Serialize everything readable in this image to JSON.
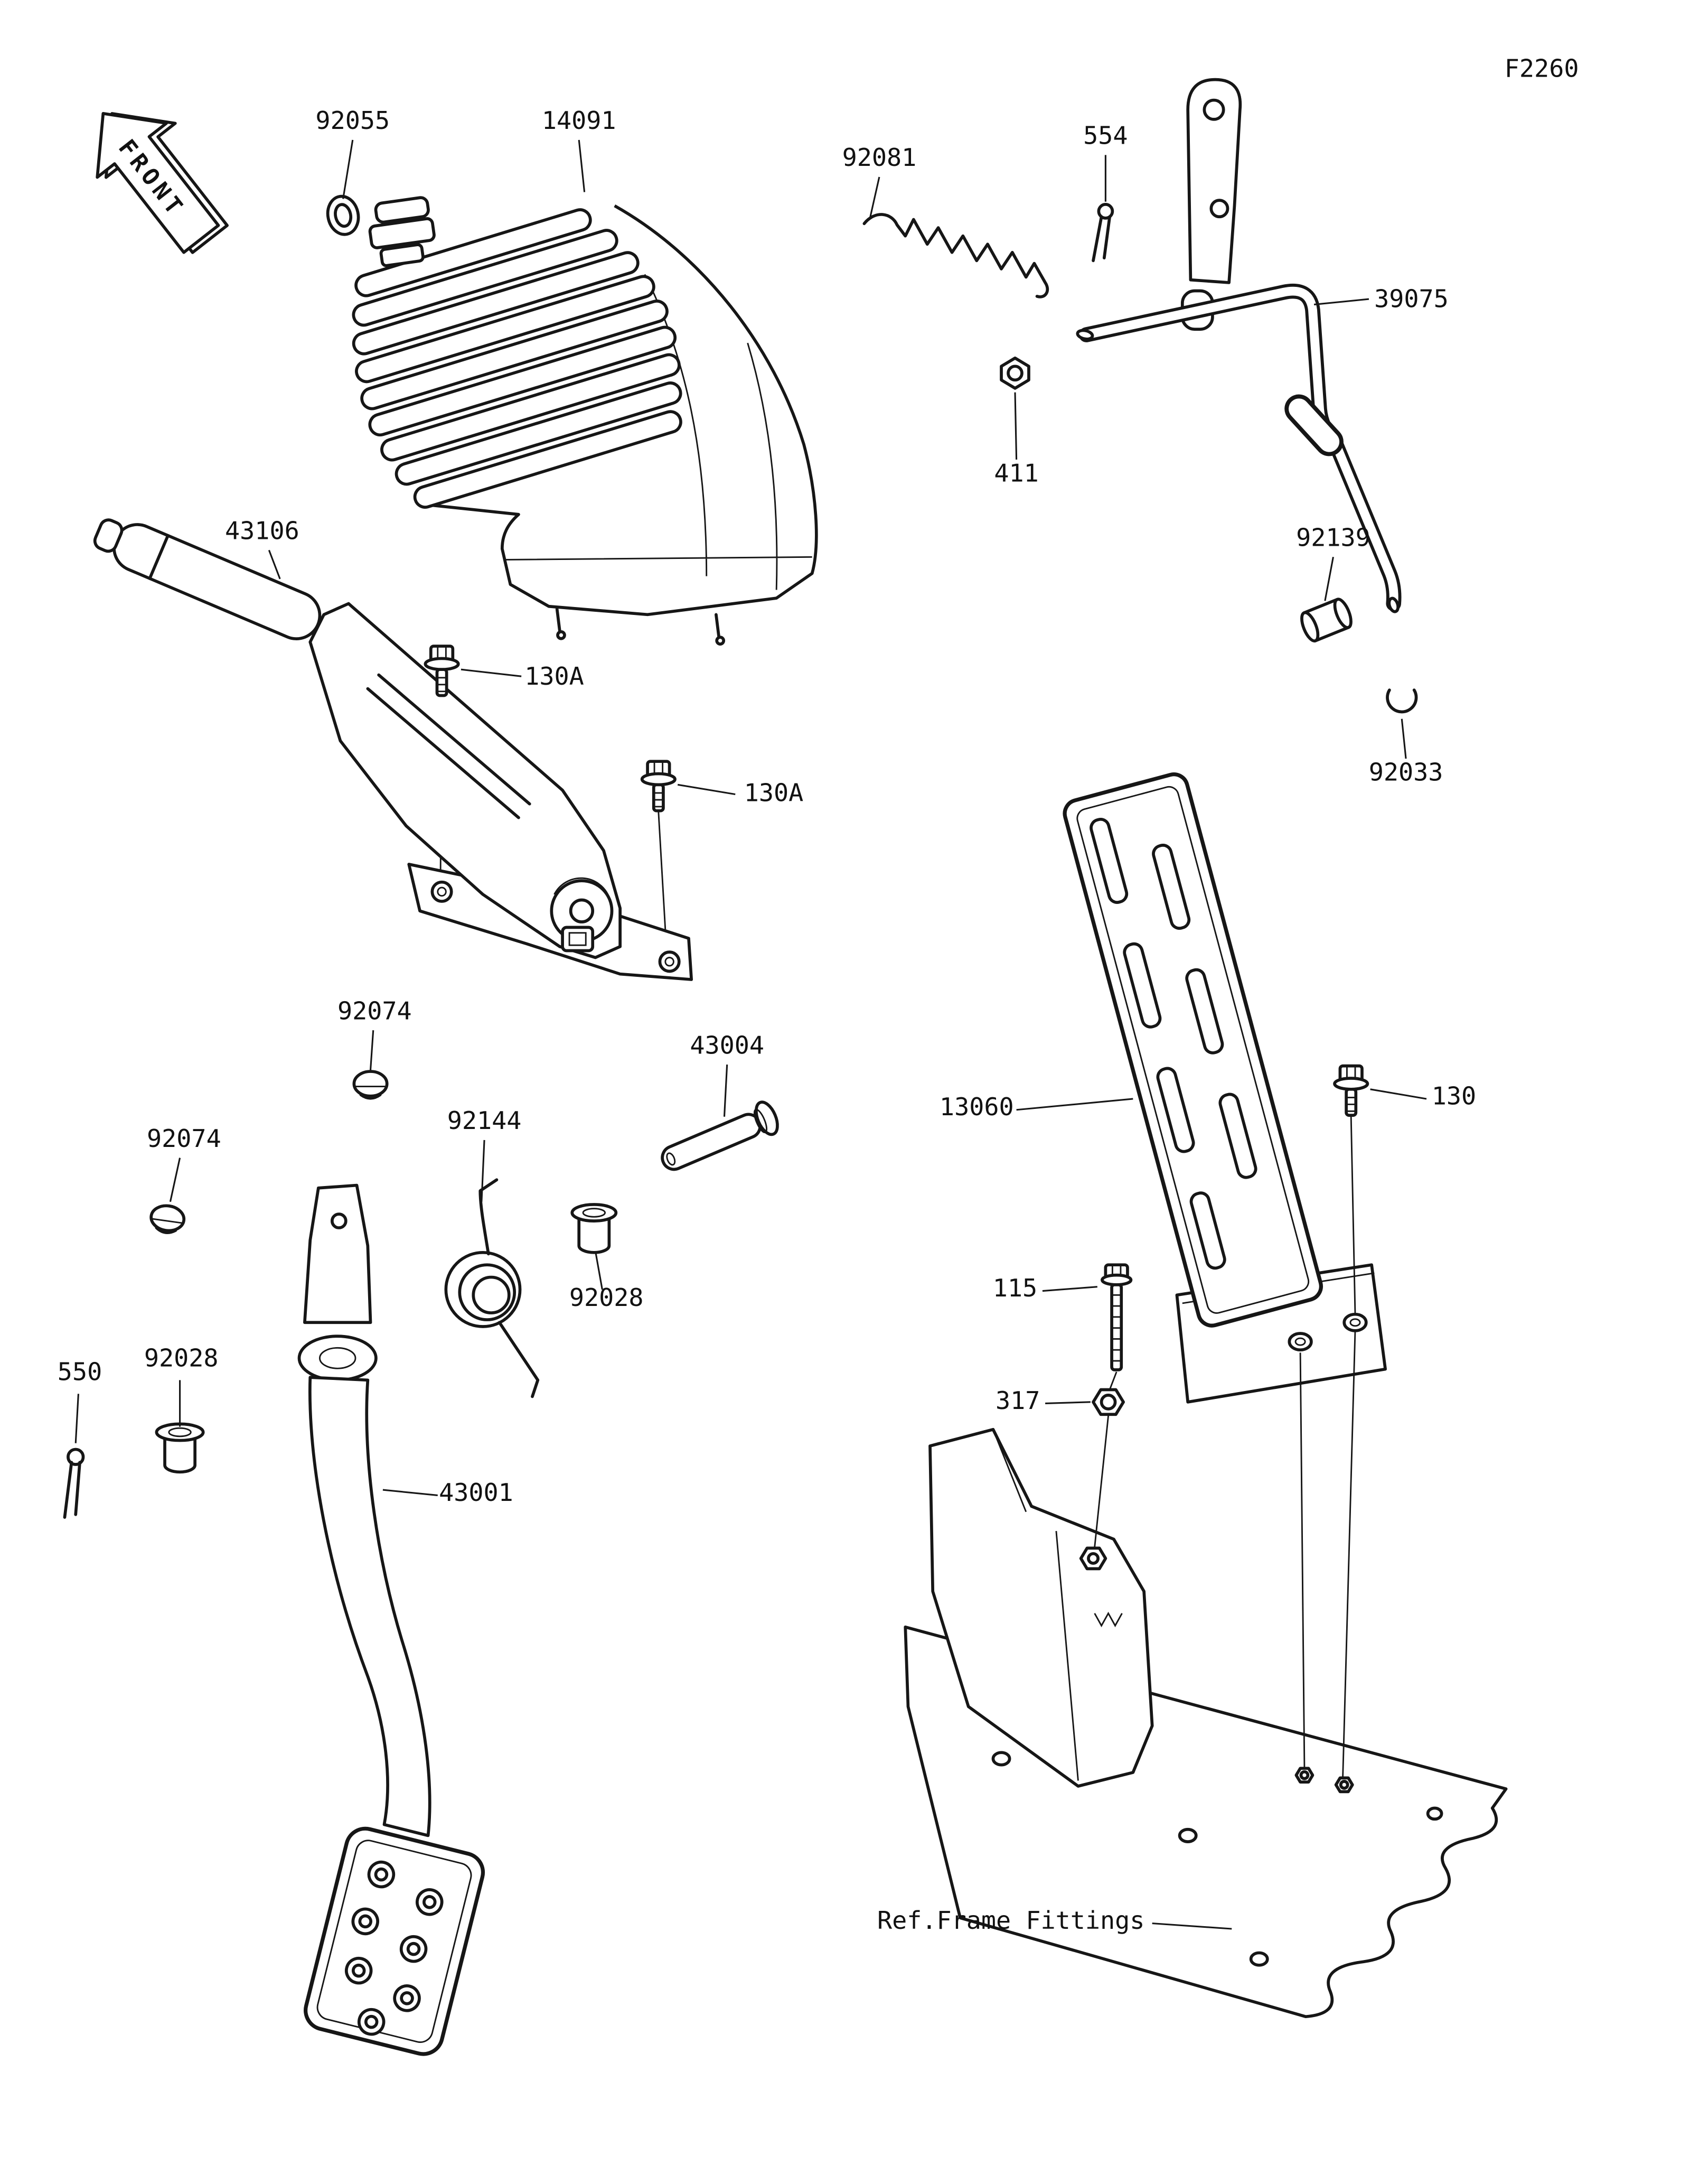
{
  "page": {
    "code": "F2260"
  },
  "front_arrow": {
    "label": "FRONT"
  },
  "notes": {
    "ref_frame": "Ref.Frame Fittings"
  },
  "part_labels": {
    "oring": "92055",
    "cover": "14091",
    "return_spring": "92081",
    "cotter_pin_top": "554",
    "pedal_rod": "39075",
    "nut_rod": "411",
    "bushing_rod": "92139",
    "circlip": "92033",
    "hand_lever": "43106",
    "bolt_130a_1": "130A",
    "bolt_130a_2": "130A",
    "cap_1": "92074",
    "cap_2": "92074",
    "clevis_pin": "43004",
    "torsion_spring": "92144",
    "bushing_1": "92028",
    "bushing_2": "92028",
    "cotter_pin_bottom": "550",
    "brake_pedal": "43001",
    "throttle_pedal": "13060",
    "bolt_130": "130",
    "bolt_115": "115",
    "nut_317": "317"
  }
}
